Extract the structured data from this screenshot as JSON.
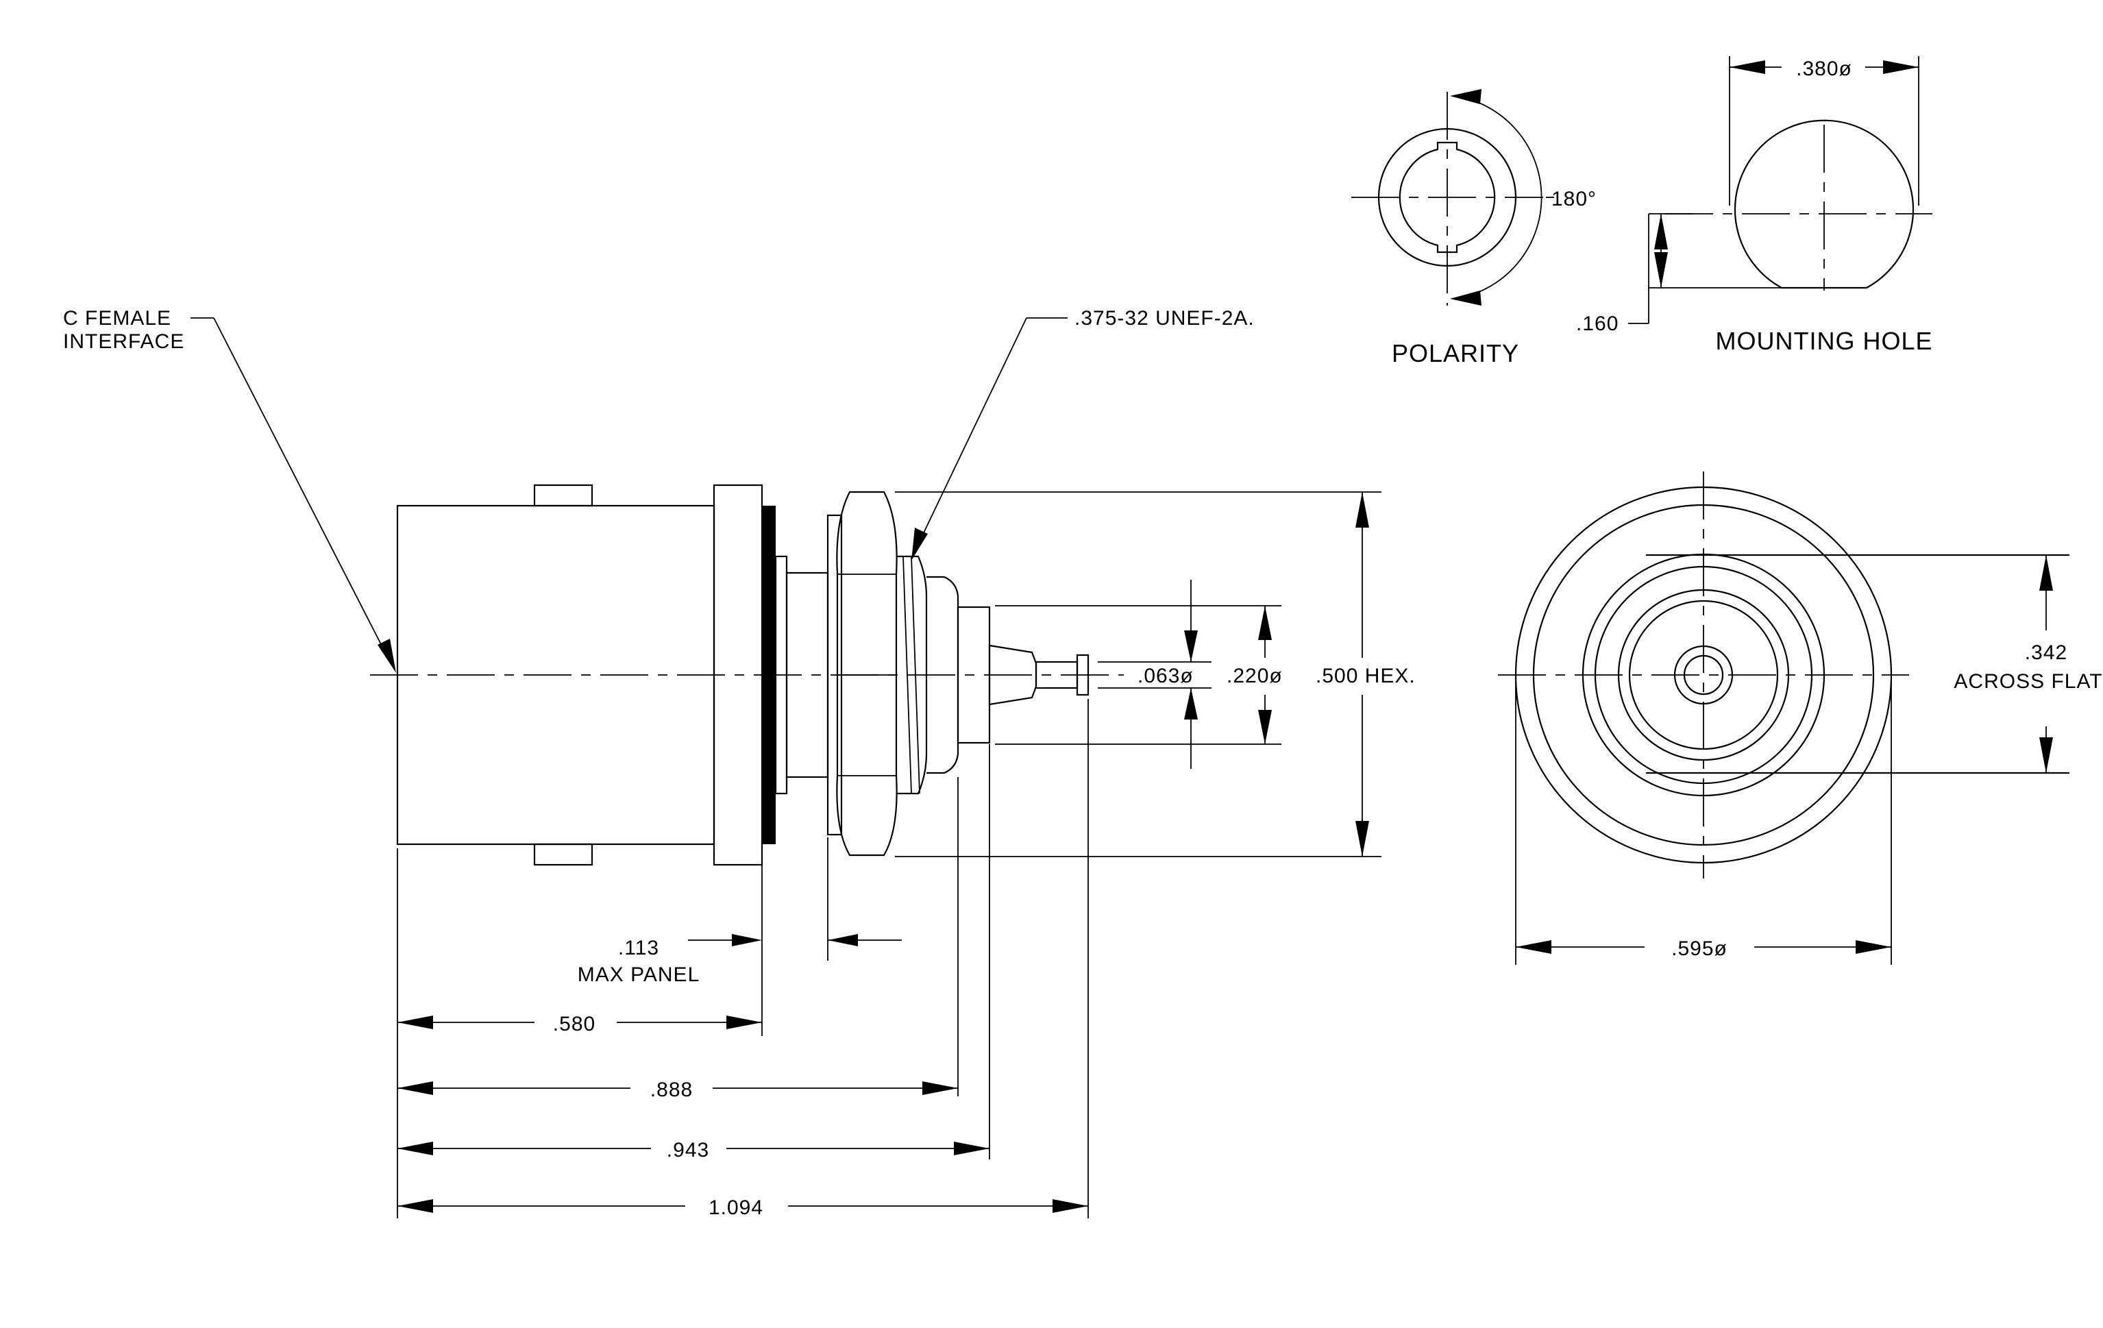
{
  "labels": {
    "c_female_line1": "C FEMALE",
    "c_female_line2": "INTERFACE",
    "thread_spec": ".375-32 UNEF-2A.",
    "polarity_title": "POLARITY",
    "polarity_angle": "180°",
    "mounting_hole_title": "MOUNTING HOLE",
    "mounting_hole_dia": ".380ø",
    "mounting_hole_flat": ".160",
    "contact_dia": ".063ø",
    "insulator_dia": ".220ø",
    "hex_size": ".500 HEX.",
    "across_flat_value": ".342",
    "across_flat_label": "ACROSS FLAT",
    "body_dia": ".595ø",
    "max_panel_value": ".113",
    "max_panel_label": "MAX PANEL",
    "dim_580": ".580",
    "dim_888": ".888",
    "dim_943": ".943",
    "dim_1094": "1.094"
  }
}
